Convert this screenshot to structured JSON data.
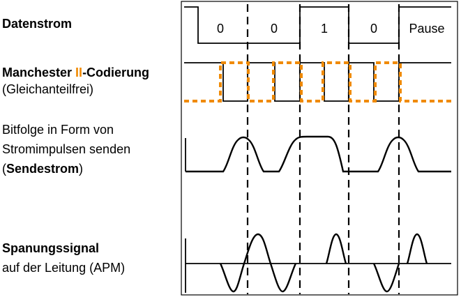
{
  "labels": {
    "datastream": "Datenstrom",
    "manchester_pre": "Manchester ",
    "manchester_mark": "II",
    "manchester_post": "-Codierung",
    "manchester_sub": "(Gleichanteilfrei)",
    "send_line1": "Bitfolge in Form von",
    "send_line2": "Stromimpulsen senden",
    "send_open": "(",
    "send_bold": "Sendestrom",
    "send_close": ")",
    "voltage_title": "Spanungssignal",
    "voltage_sub": "auf der Leitung (APM)"
  },
  "bits": [
    "0",
    "0",
    "1",
    "0",
    "Pause"
  ],
  "colors": {
    "accent": "#f08a00",
    "line": "#000000"
  }
}
